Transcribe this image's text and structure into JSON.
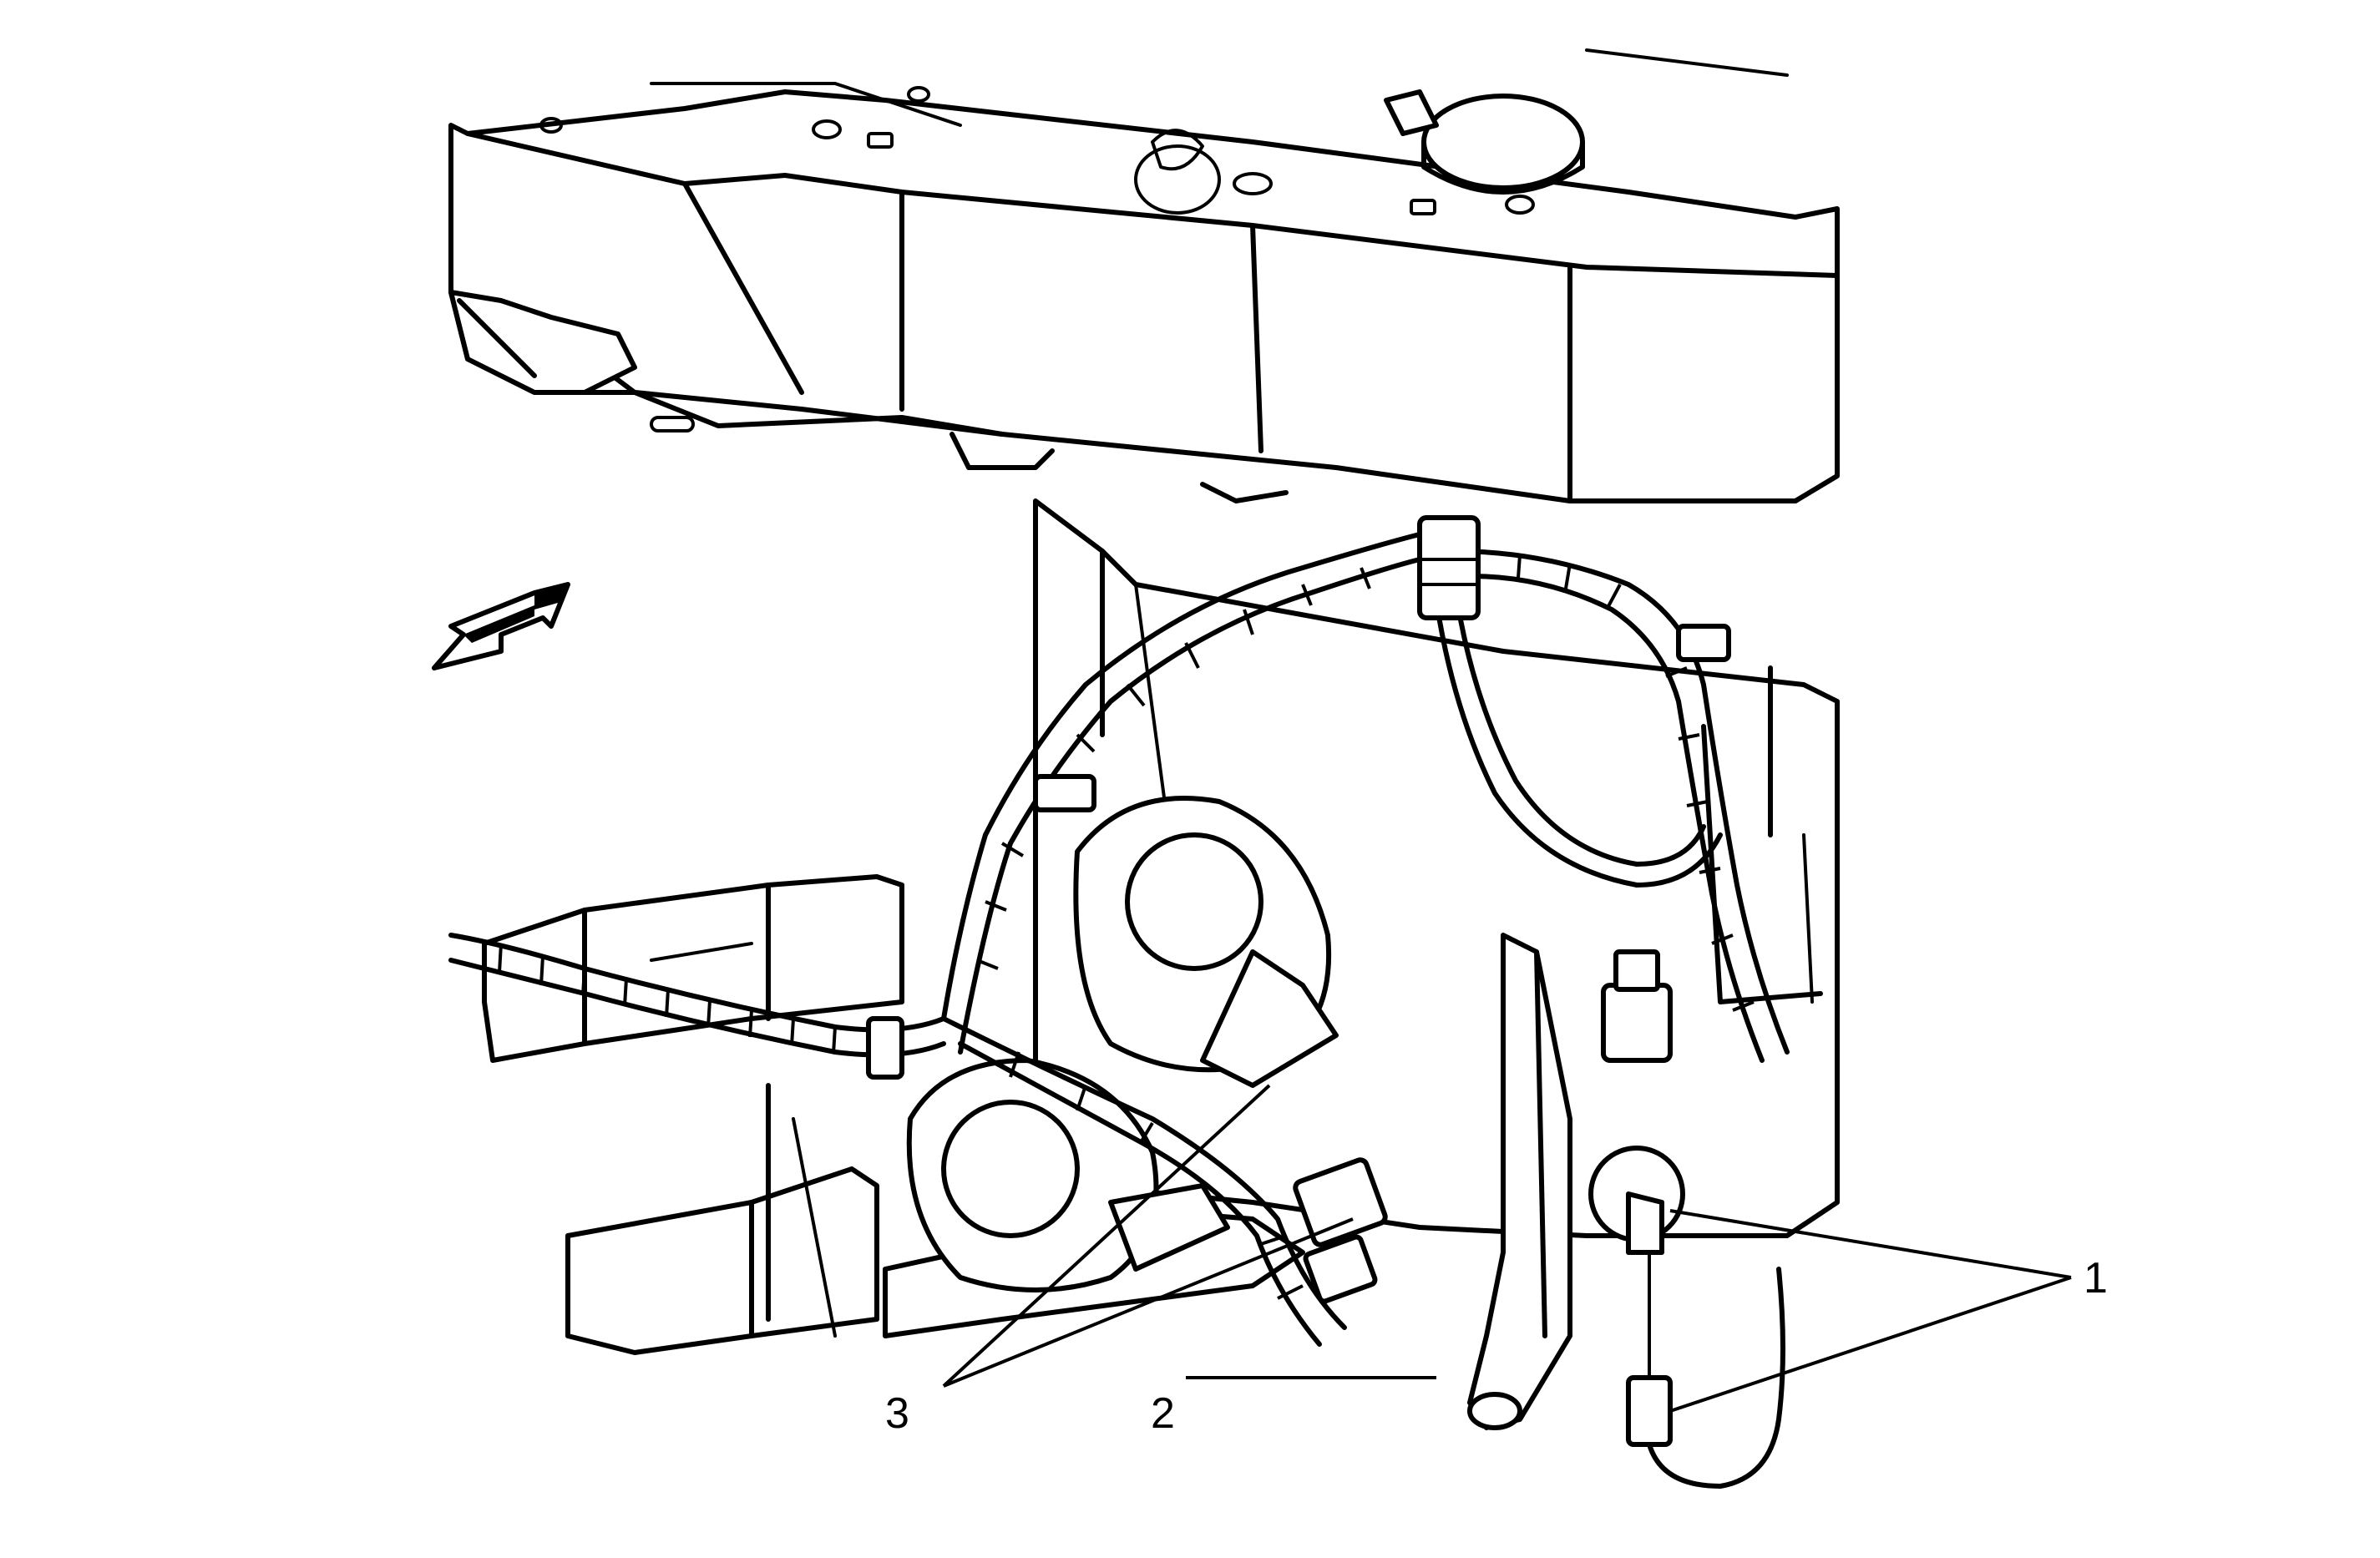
{
  "callouts": [
    {
      "id": "1",
      "label": "1"
    },
    {
      "id": "2",
      "label": "2"
    },
    {
      "id": "3",
      "label": "3"
    }
  ],
  "icons": {
    "direction_arrow": "front-direction-arrow-icon"
  },
  "colors": {
    "ink": "#000000",
    "paper": "#ffffff"
  }
}
